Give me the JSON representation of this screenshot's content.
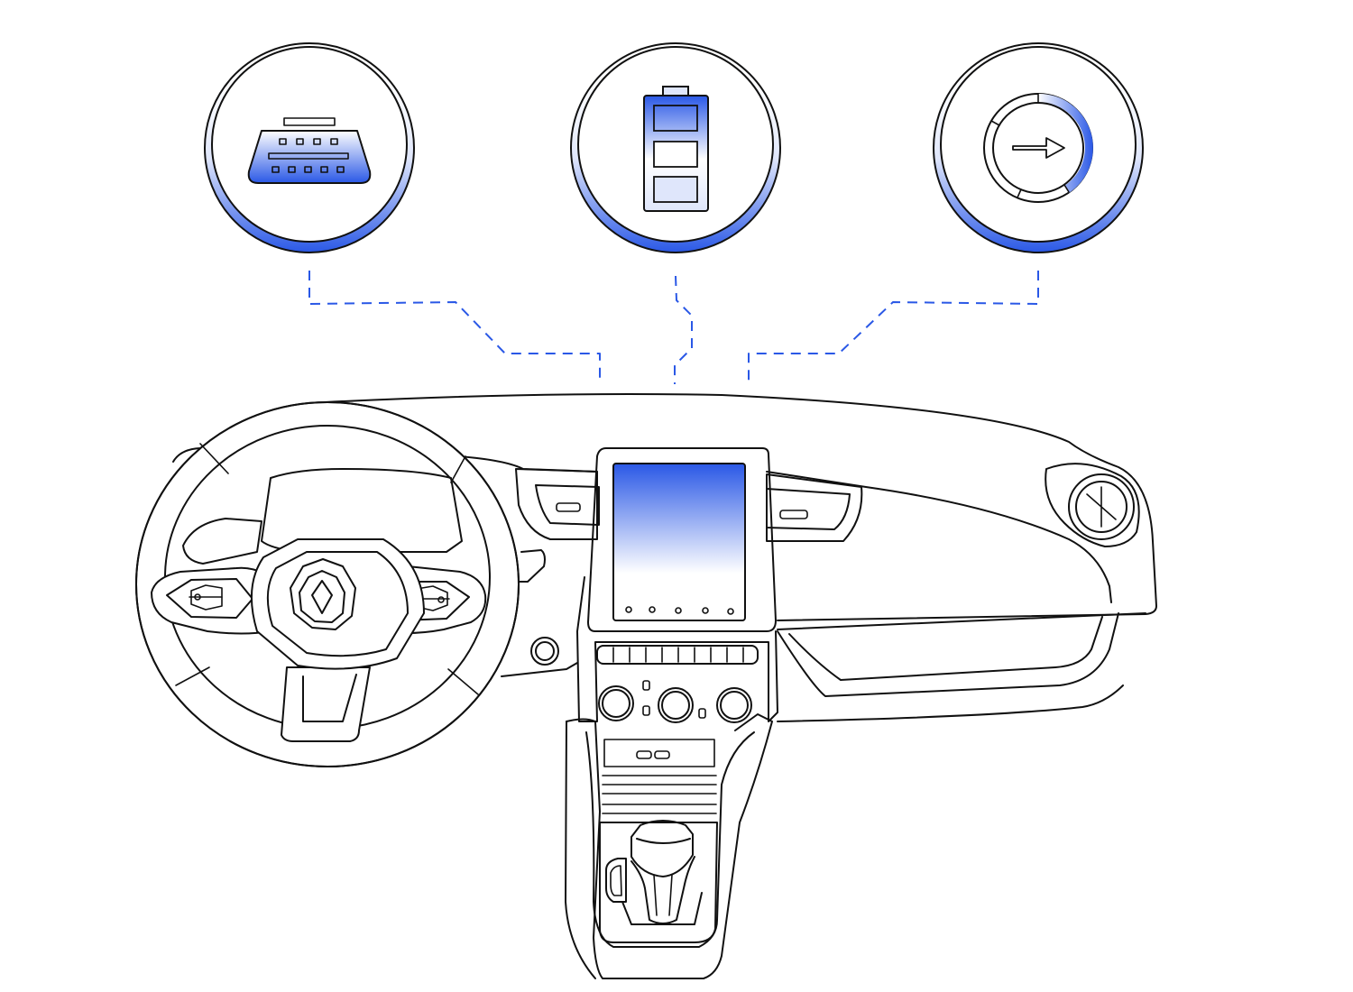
{
  "colors": {
    "line": "#111111",
    "accent": "#2a58e6",
    "background": "#ffffff"
  },
  "icons": [
    {
      "id": "obd",
      "icon": "obd-port-icon"
    },
    {
      "id": "battery",
      "icon": "battery-icon"
    },
    {
      "id": "gauge",
      "icon": "gauge-arrow-icon"
    }
  ],
  "illustration": "car-dashboard-icon"
}
